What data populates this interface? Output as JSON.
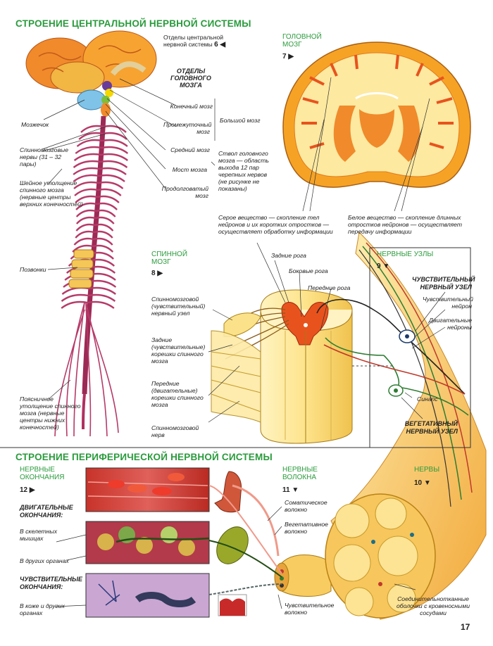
{
  "central": {
    "title": "СТРОЕНИЕ ЦЕНТРАЛЬНОЙ НЕРВНОЙ СИСТЕМЫ",
    "depts_title": "Отделы центральной нервной системы",
    "depts_ref": "6",
    "brain_depts_title": "ОТДЕЛЫ ГОЛОВНОГО МОЗГА",
    "cerebellum": "Мозжечок",
    "spinal_nerves": "Спинномозговые нервы (31 – 32 пары)",
    "cervical": "Шейное утолщение спинного мозга (нервные центры верхних конечностей)",
    "vertebrae": "Позвонки",
    "lumbar": "Поясничное утолщение спинного мозга (нервные центры нижних конечностей)",
    "telencephalon": "Конечный мозг",
    "diencephalon": "Промежуточный мозг",
    "cerebrum": "Большой мозг",
    "midbrain": "Средний мозг",
    "pons": "Мост мозга",
    "medulla": "Продолговатый мозг",
    "brainstem": "Ствол головного мозга — область выхода 12 пар черепных нервов (не рисунке не показаны)"
  },
  "brain": {
    "title": "ГОЛОВНОЙ МОЗГ",
    "ref": "7",
    "grey_matter": "Серое вещество — скопление тел нейронов и их коротких отростков — осуществляет обработку информации",
    "white_matter": "Белое вещество — скопление длинных отростков нейронов — осуществляет передачу информации"
  },
  "spinal_cord": {
    "title": "СПИННОЙ МОЗГ",
    "ref": "8",
    "dorsal_horns": "Задние рога",
    "lateral_horns": "Боковые рога",
    "ventral_horns": "Передние рога",
    "ganglion": "Спинномозговой (чувствительный) нервный узел",
    "dorsal_roots": "Задние (чувствительные) корешки спинного мозга",
    "ventral_roots": "Передние (двигательные) корешки спинного мозга",
    "spinal_nerve": "Спинномозговой нерв"
  },
  "ganglia": {
    "title": "НЕРВНЫЕ УЗЛЫ",
    "ref": "9",
    "sensory_ganglion": "ЧУВСТВИТЕЛЬНЫЙ НЕРВНЫЙ УЗЕЛ",
    "sensory_neuron": "Чувствительный нейрон",
    "motor_neurons": "Двигательные нейроны",
    "synapse": "Синапс",
    "autonomic_ganglion": "ВЕГЕТАТИВНЫЙ НЕРВНЫЙ УЗЕЛ"
  },
  "peripheral": {
    "title": "СТРОЕНИЕ ПЕРИФЕРИЧЕСКОЙ НЕРВНОЙ СИСТЕМЫ",
    "endings_title": "НЕРВНЫЕ ОКОНЧАНИЯ",
    "endings_ref": "12",
    "motor_endings": "ДВИГАТЕЛЬНЫЕ ОКОНЧАНИЯ:",
    "skeletal": "В скелетных мышцах",
    "organs": "В других органах",
    "sensory_endings": "ЧУВСТВИТЕЛЬНЫЕ ОКОНЧАНИЯ:",
    "skin": "В коже и других органах",
    "fibers_title": "НЕРВНЫЕ ВОЛОКНА",
    "fibers_ref": "11",
    "somatic": "Соматическое волокно",
    "autonomic": "Вегетативное волокно",
    "sensory_fiber": "Чувствительное волокно",
    "nerves_title": "НЕРВЫ",
    "nerves_ref": "10",
    "sheaths": "Соединительнотканные оболочки с кровеносными сосудами"
  },
  "page_number": "17",
  "colors": {
    "heading": "#2a9b3c",
    "brain_orange": "#f5a623",
    "grey_matter": "#e8531d",
    "nerve": "#b0305f",
    "white_matter": "#fde9a0"
  }
}
